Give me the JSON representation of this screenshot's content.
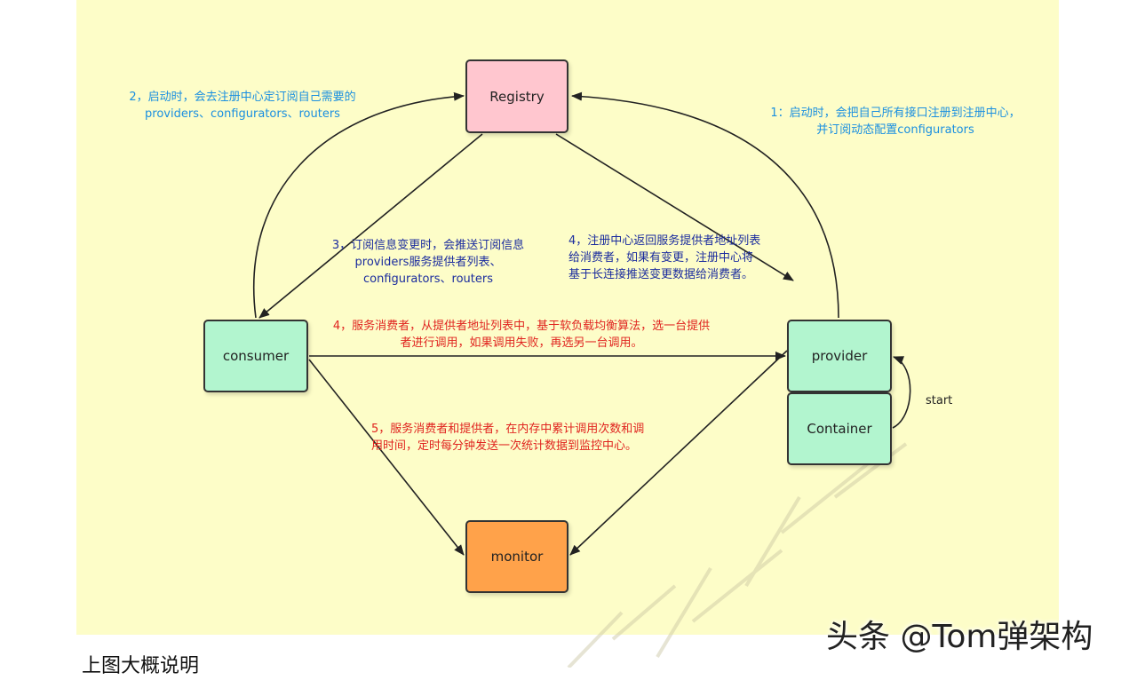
{
  "nodes": {
    "registry": "Registry",
    "consumer": "consumer",
    "provider": "provider",
    "container": "Container",
    "monitor": "monitor"
  },
  "notes": {
    "n1": [
      "1：启动时，会把自己所有接口注册到注册中心，",
      "并订阅动态配置configurators"
    ],
    "n2": [
      "2，启动时，会去注册中心定订阅自己需要的",
      "providers、configurators、routers"
    ],
    "n3": [
      "3，订阅信息变更时，会推送订阅信息",
      "providers服务提供者列表、",
      "configurators、routers"
    ],
    "n4a": [
      "4，注册中心返回服务提供者地址列表",
      "给消费者，如果有变更，注册中心将",
      "基于长连接推送变更数据给消费者。"
    ],
    "n4b": [
      "4，服务消费者，从提供者地址列表中，基于软负载均衡算法，选一台提供",
      "者进行调用，如果调用失败，再选另一台调用。"
    ],
    "n5": [
      "5，服务消费者和提供者，在内存中累计调用次数和调",
      "用时间，定时每分钟发送一次统计数据到监控中心。"
    ],
    "start": "start"
  },
  "watermark": "头条 @Tom弹架构",
  "bottom_text": "上图大概说明"
}
